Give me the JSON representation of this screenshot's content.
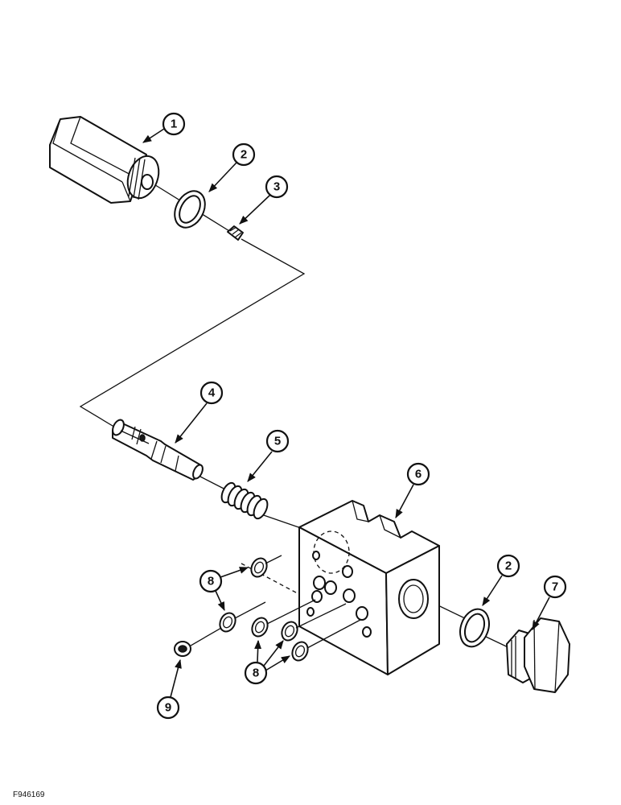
{
  "figure_id": "F946169",
  "callouts": [
    {
      "label": "1"
    },
    {
      "label": "2"
    },
    {
      "label": "3"
    },
    {
      "label": "4"
    },
    {
      "label": "5"
    },
    {
      "label": "6"
    },
    {
      "label": "2"
    },
    {
      "label": "7"
    },
    {
      "label": "8"
    },
    {
      "label": "8"
    },
    {
      "label": "9"
    }
  ]
}
